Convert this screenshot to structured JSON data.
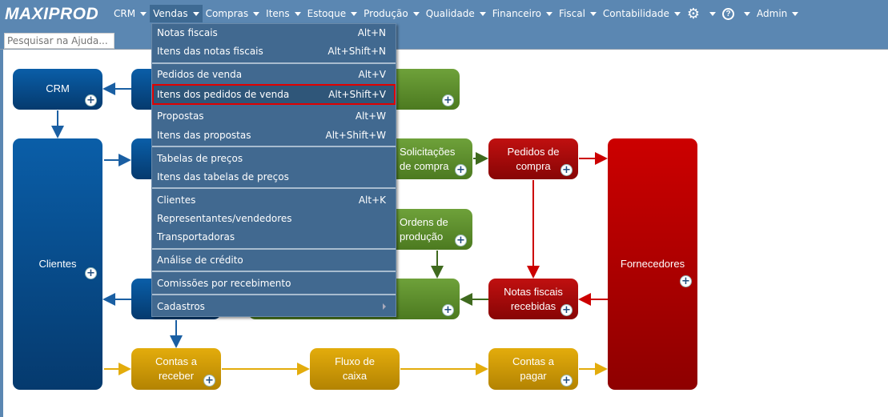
{
  "app": {
    "logo": "MAXIPROD",
    "search_placeholder": "Pesquisar na Ajuda..."
  },
  "nav": [
    "CRM",
    "Vendas",
    "Compras",
    "Itens",
    "Estoque",
    "Produção",
    "Qualidade",
    "Financeiro",
    "Fiscal",
    "Contabilidade"
  ],
  "nav_admin": "Admin",
  "menu": [
    {
      "label": "Notas fiscais",
      "shortcut": "Alt+N"
    },
    {
      "label": "Itens das notas fiscais",
      "shortcut": "Alt+Shift+N"
    },
    {
      "label": "Pedidos de venda",
      "shortcut": "Alt+V"
    },
    {
      "label": "Itens dos pedidos de venda",
      "shortcut": "Alt+Shift+V"
    },
    {
      "label": "Propostas",
      "shortcut": "Alt+W"
    },
    {
      "label": "Itens das propostas",
      "shortcut": "Alt+Shift+W"
    },
    {
      "label": "Tabelas de preços",
      "shortcut": ""
    },
    {
      "label": "Itens das tabelas de preços",
      "shortcut": ""
    },
    {
      "label": "Clientes",
      "shortcut": "Alt+K"
    },
    {
      "label": "Representantes/vendedores",
      "shortcut": ""
    },
    {
      "label": "Transportadoras",
      "shortcut": ""
    },
    {
      "label": "Análise de crédito",
      "shortcut": ""
    },
    {
      "label": "Comissões por recebimento",
      "shortcut": ""
    },
    {
      "label": "Cadastros",
      "shortcut": ""
    }
  ],
  "diagram": {
    "crm": "CRM",
    "clientes": "Clientes",
    "solicitacoes": "Solicitações de compra",
    "pedidos_compra": "Pedidos de compra",
    "fornecedores": "Fornecedores",
    "ordens": "Ordens de produção",
    "notas_recebidas": "Notas fiscais recebidas",
    "contas_receber": "Contas a receber",
    "fluxo": "Fluxo de caixa",
    "contas_pagar": "Contas a pagar"
  }
}
